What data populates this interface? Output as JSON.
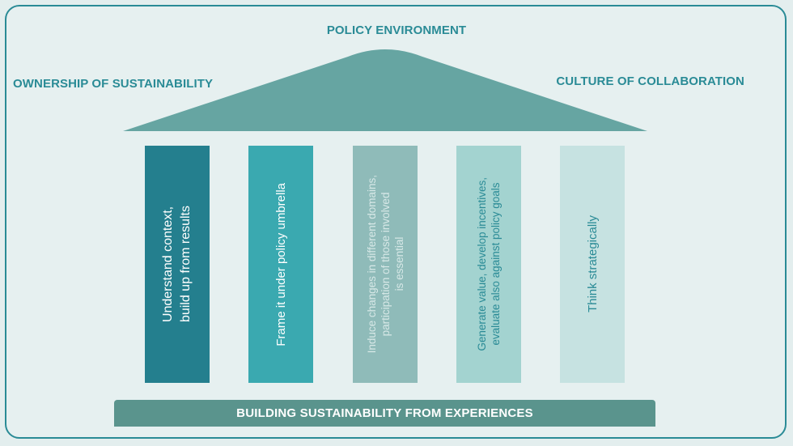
{
  "header": {
    "top_label": "POLICY ENVIRONMENT",
    "left_label": "OWNERSHIP OF SUSTAINABILITY",
    "right_label": "CULTURE OF COLLABORATION"
  },
  "pillars": [
    {
      "text": "Understand context,\nbuild up from results"
    },
    {
      "text": "Frame it under policy umbrella"
    },
    {
      "text": "Induce changes in different domains,\nparticipation of those involved\nis essential"
    },
    {
      "text": "Generate value, develop incentives,\nevaluate also against policy goals"
    },
    {
      "text": "Think strategically"
    }
  ],
  "base": {
    "label": "BUILDING SUSTAINABILITY FROM EXPERIENCES"
  },
  "colors": {
    "accent": "#2a8b96",
    "roof": "#66a5a2",
    "base": "#5a948d",
    "pillar_1": "#247f8e",
    "pillar_2": "#3aa9b0",
    "pillar_3": "#8fbbb9",
    "pillar_4": "#a3d3d0",
    "pillar_5": "#c6e2e1"
  }
}
